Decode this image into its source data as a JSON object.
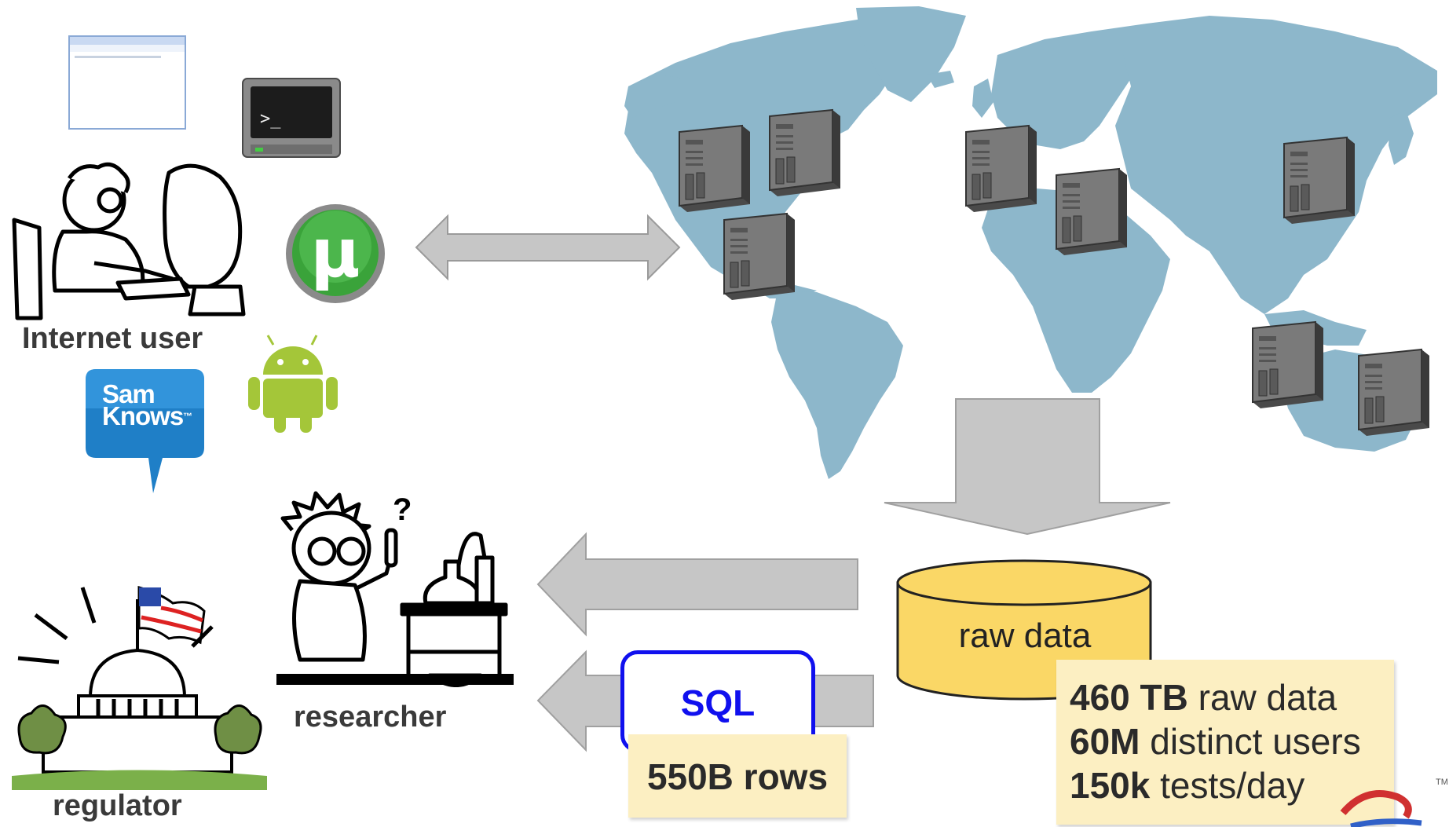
{
  "labels": {
    "internet_user": "Internet user",
    "researcher": "researcher",
    "regulator": "regulator",
    "raw_data": "raw data",
    "sql": "SQL",
    "rows": "550B rows",
    "samknows_line1": "Sam",
    "samknows_line2": "Knows",
    "samknows_tm": "™",
    "google_tm": "TM"
  },
  "stats": [
    {
      "bold": "460 TB",
      "rest": " raw data"
    },
    {
      "bold": "60M",
      "rest": " distinct users"
    },
    {
      "bold": "150k",
      "rest": " tests/day"
    }
  ],
  "colors": {
    "map": "#8db7cb",
    "server": "#6a6a6a",
    "arrow": "#c6c6c6",
    "database": "#fad766",
    "sticky": "#fcefc2",
    "sql_border": "#1010ee",
    "android": "#a4c639",
    "samknows": "#1f7fc7",
    "utorrent": "#3aa33a"
  }
}
